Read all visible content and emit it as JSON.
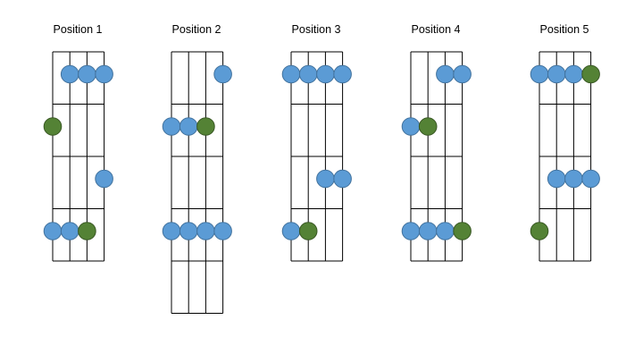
{
  "colors": {
    "blue_fill": "#5b9bd5",
    "blue_stroke": "#41719c",
    "green_fill": "#548235",
    "green_stroke": "#385723",
    "line": "#000000"
  },
  "diagrams": [
    {
      "title": "Position 1",
      "strings": 4,
      "frets": 4,
      "notes": [
        {
          "string": 1,
          "fret": 0,
          "color": "blue"
        },
        {
          "string": 2,
          "fret": 0,
          "color": "blue"
        },
        {
          "string": 3,
          "fret": 0,
          "color": "blue"
        },
        {
          "string": 0,
          "fret": 1,
          "color": "green"
        },
        {
          "string": 3,
          "fret": 2,
          "color": "blue"
        },
        {
          "string": 0,
          "fret": 3,
          "color": "blue"
        },
        {
          "string": 1,
          "fret": 3,
          "color": "blue"
        },
        {
          "string": 2,
          "fret": 3,
          "color": "green"
        }
      ]
    },
    {
      "title": "Position 2",
      "strings": 4,
      "frets": 5,
      "notes": [
        {
          "string": 3,
          "fret": 0,
          "color": "blue"
        },
        {
          "string": 0,
          "fret": 1,
          "color": "blue"
        },
        {
          "string": 1,
          "fret": 1,
          "color": "blue"
        },
        {
          "string": 2,
          "fret": 1,
          "color": "green"
        },
        {
          "string": 0,
          "fret": 3,
          "color": "blue"
        },
        {
          "string": 1,
          "fret": 3,
          "color": "blue"
        },
        {
          "string": 2,
          "fret": 3,
          "color": "blue"
        },
        {
          "string": 3,
          "fret": 3,
          "color": "blue"
        }
      ]
    },
    {
      "title": "Position 3",
      "strings": 4,
      "frets": 4,
      "notes": [
        {
          "string": 0,
          "fret": 0,
          "color": "blue"
        },
        {
          "string": 1,
          "fret": 0,
          "color": "blue"
        },
        {
          "string": 2,
          "fret": 0,
          "color": "blue"
        },
        {
          "string": 3,
          "fret": 0,
          "color": "blue"
        },
        {
          "string": 2,
          "fret": 2,
          "color": "blue"
        },
        {
          "string": 3,
          "fret": 2,
          "color": "blue"
        },
        {
          "string": 0,
          "fret": 3,
          "color": "blue"
        },
        {
          "string": 1,
          "fret": 3,
          "color": "green"
        }
      ]
    },
    {
      "title": "Position 4",
      "strings": 4,
      "frets": 4,
      "notes": [
        {
          "string": 2,
          "fret": 0,
          "color": "blue"
        },
        {
          "string": 3,
          "fret": 0,
          "color": "blue"
        },
        {
          "string": 0,
          "fret": 1,
          "color": "blue"
        },
        {
          "string": 1,
          "fret": 1,
          "color": "green"
        },
        {
          "string": 0,
          "fret": 3,
          "color": "blue"
        },
        {
          "string": 1,
          "fret": 3,
          "color": "blue"
        },
        {
          "string": 2,
          "fret": 3,
          "color": "blue"
        },
        {
          "string": 3,
          "fret": 3,
          "color": "green"
        }
      ]
    },
    {
      "title": "Position 5",
      "strings": 4,
      "frets": 4,
      "notes": [
        {
          "string": 0,
          "fret": 0,
          "color": "blue"
        },
        {
          "string": 1,
          "fret": 0,
          "color": "blue"
        },
        {
          "string": 2,
          "fret": 0,
          "color": "blue"
        },
        {
          "string": 3,
          "fret": 0,
          "color": "green"
        },
        {
          "string": 1,
          "fret": 2,
          "color": "blue"
        },
        {
          "string": 2,
          "fret": 2,
          "color": "blue"
        },
        {
          "string": 3,
          "fret": 2,
          "color": "blue"
        },
        {
          "string": 0,
          "fret": 3,
          "color": "green"
        }
      ]
    }
  ]
}
